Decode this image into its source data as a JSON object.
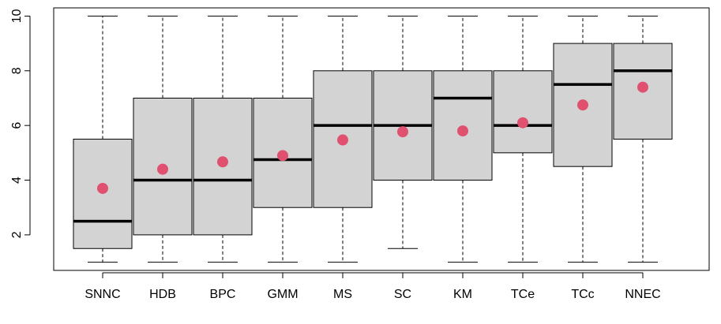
{
  "chart_data": {
    "type": "boxplot",
    "title": "",
    "xlabel": "",
    "ylabel": "",
    "ylim": [
      0.7,
      10.3
    ],
    "yticks": [
      2,
      4,
      6,
      8,
      10
    ],
    "ytick_labels": [
      "2",
      "4",
      "6",
      "8",
      "10"
    ],
    "grid": false,
    "colors": {
      "box_fill": "#d3d3d3",
      "mean_marker": "#e0506f",
      "stroke": "#000000"
    },
    "categories": [
      "SNNC",
      "HDB",
      "BPC",
      "GMM",
      "MS",
      "SC",
      "KM",
      "TCe",
      "TCc",
      "NNEC"
    ],
    "boxes": [
      {
        "label": "SNNC",
        "min": 1,
        "q1": 1.5,
        "median": 2.5,
        "q3": 5.5,
        "max": 10,
        "mean": 3.7
      },
      {
        "label": "HDB",
        "min": 1,
        "q1": 2,
        "median": 4,
        "q3": 7,
        "max": 10,
        "mean": 4.4
      },
      {
        "label": "BPC",
        "min": 1,
        "q1": 2,
        "median": 4,
        "q3": 7,
        "max": 10,
        "mean": 4.67
      },
      {
        "label": "GMM",
        "min": 1,
        "q1": 3,
        "median": 4.75,
        "q3": 7,
        "max": 10,
        "mean": 4.9
      },
      {
        "label": "MS",
        "min": 1,
        "q1": 3,
        "median": 6,
        "q3": 8,
        "max": 10,
        "mean": 5.47
      },
      {
        "label": "SC",
        "min": 1.5,
        "q1": 4,
        "median": 6,
        "q3": 8,
        "max": 10,
        "mean": 5.77
      },
      {
        "label": "KM",
        "min": 1,
        "q1": 4,
        "median": 7,
        "q3": 8,
        "max": 10,
        "mean": 5.8
      },
      {
        "label": "TCe",
        "min": 1,
        "q1": 5,
        "median": 6,
        "q3": 8,
        "max": 10,
        "mean": 6.1
      },
      {
        "label": "TCc",
        "min": 1,
        "q1": 4.5,
        "median": 7.5,
        "q3": 9,
        "max": 10,
        "mean": 6.75
      },
      {
        "label": "NNEC",
        "min": 1,
        "q1": 5.5,
        "median": 8,
        "q3": 9,
        "max": 10,
        "mean": 7.4
      }
    ]
  }
}
